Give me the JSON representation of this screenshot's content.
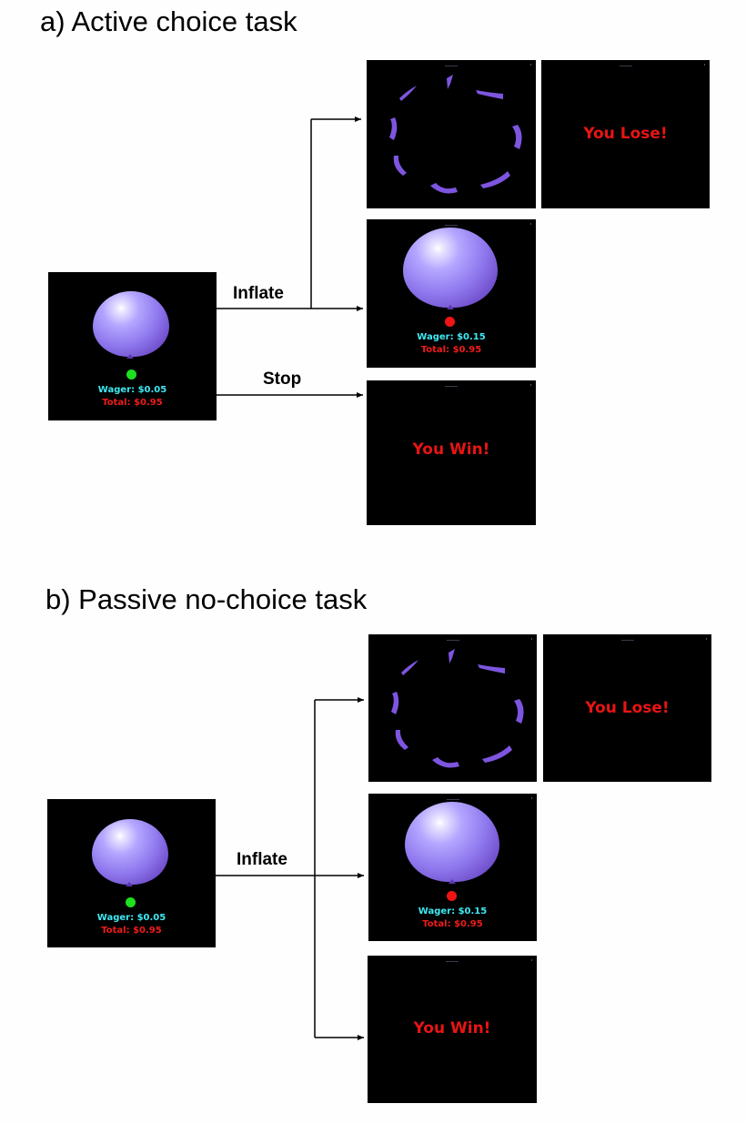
{
  "sections": {
    "a": {
      "title": "a) Active choice task",
      "start": {
        "wager": "Wager: $0.05",
        "total": "Total: $0.95"
      },
      "inflated": {
        "wager": "Wager: $0.15",
        "total": "Total: $0.95"
      },
      "lose_text": "You Lose!",
      "win_text": "You Win!",
      "inflate_label": "Inflate",
      "stop_label": "Stop"
    },
    "b": {
      "title": "b) Passive no-choice task",
      "start": {
        "wager": "Wager: $0.05",
        "total": "Total: $0.95"
      },
      "inflated": {
        "wager": "Wager: $0.15",
        "total": "Total: $0.95"
      },
      "lose_text": "You Lose!",
      "win_text": "You Win!",
      "inflate_label": "Inflate"
    }
  },
  "colors": {
    "screen_bg": "#000000",
    "wager_text": "#3ee9f2",
    "total_text": "#f01b1b",
    "outcome_text": "#e81414",
    "go_light": "#1fe01f",
    "stop_light": "#f01414",
    "balloon": "#8f78ee",
    "fragments": "#7d55e0"
  }
}
